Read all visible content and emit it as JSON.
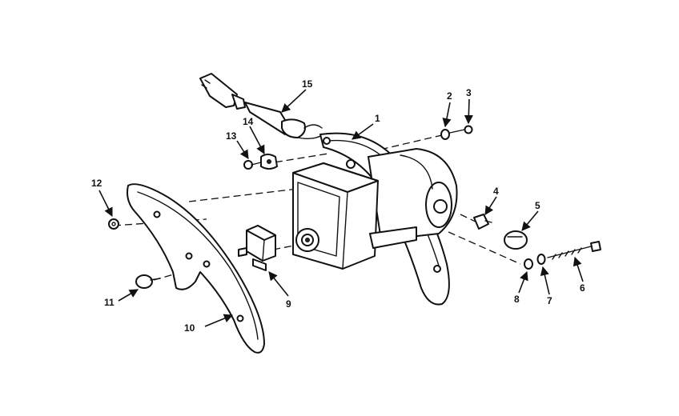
{
  "diagram": {
    "callouts": {
      "c1": "1",
      "c2": "2",
      "c3": "3",
      "c4": "4",
      "c5": "5",
      "c6": "6",
      "c7": "7",
      "c8": "8",
      "c9": "9",
      "c10": "10",
      "c11": "11",
      "c12": "12",
      "c13": "13",
      "c14": "14",
      "c15": "15"
    },
    "colors": {
      "line": "#111111",
      "background": "#ffffff"
    }
  }
}
